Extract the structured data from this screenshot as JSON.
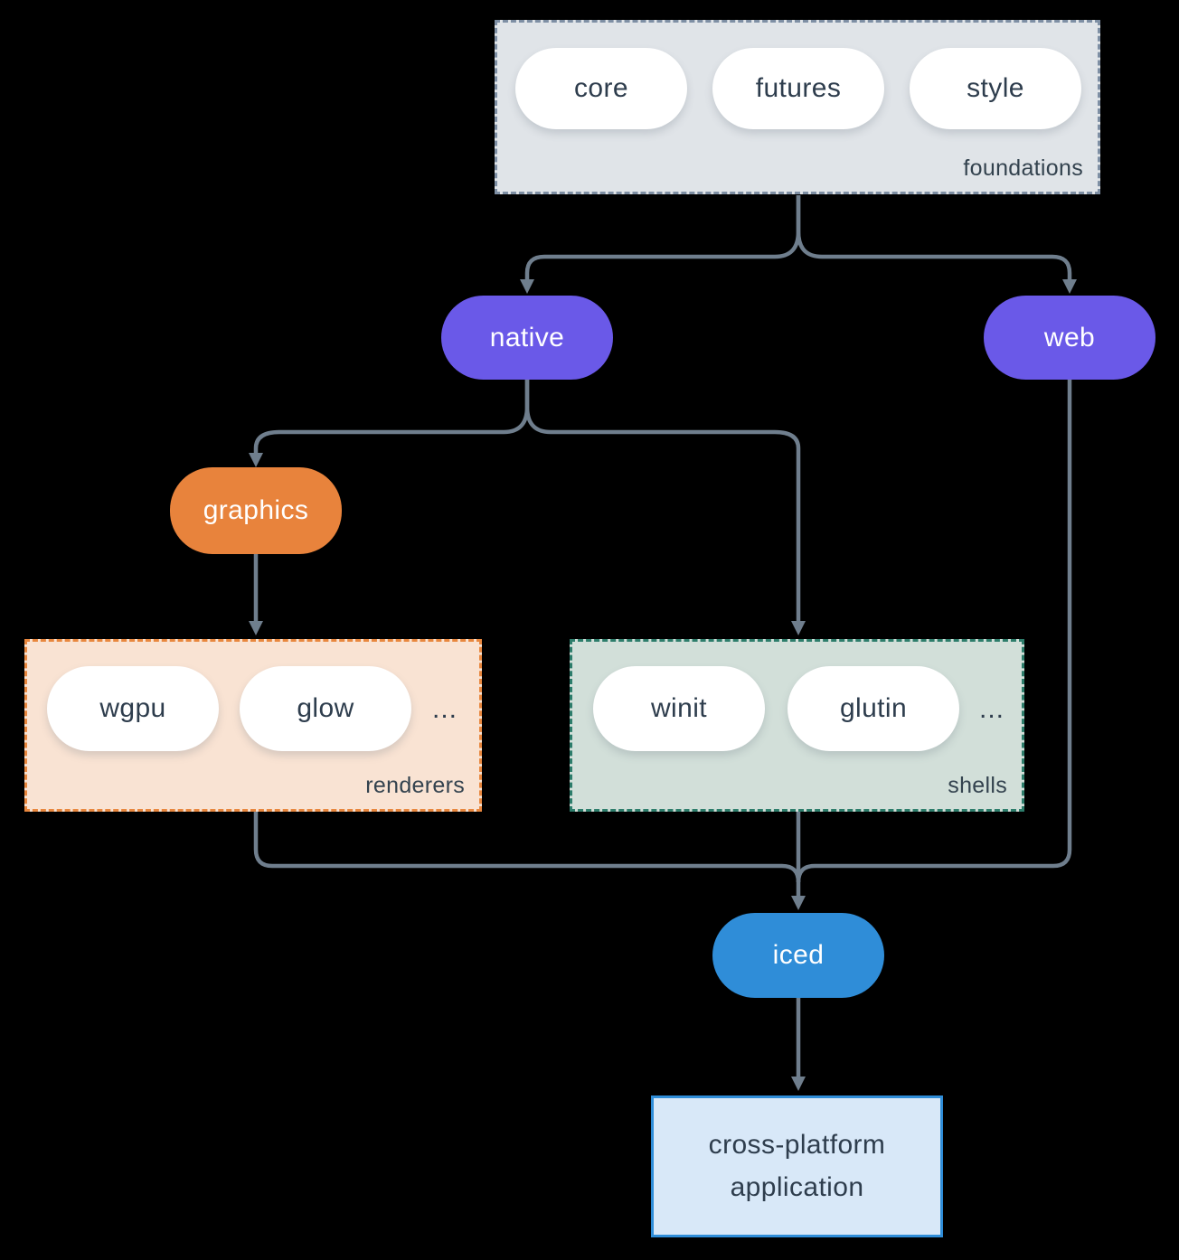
{
  "diagram": {
    "foundations": {
      "label": "foundations",
      "pills": [
        "core",
        "futures",
        "style"
      ]
    },
    "native": {
      "label": "native"
    },
    "web": {
      "label": "web"
    },
    "graphics": {
      "label": "graphics"
    },
    "renderers": {
      "label": "renderers",
      "pills": [
        "wgpu",
        "glow"
      ],
      "more": "..."
    },
    "shells": {
      "label": "shells",
      "pills": [
        "winit",
        "glutin"
      ],
      "more": "..."
    },
    "iced": {
      "label": "iced"
    },
    "application": {
      "line1": "cross-platform",
      "line2": "application"
    }
  },
  "colors": {
    "background": "#000000",
    "edge": "#6f7e8d",
    "purple_node": "#6a59e8",
    "orange_node": "#e8833c",
    "blue_node": "#2f8dd8",
    "foundations_fill": "#e0e4e8",
    "foundations_stroke": "#7e8fa4",
    "renderers_fill": "#f9e3d3",
    "renderers_stroke": "#e8873e",
    "shells_fill": "#d2dfd9",
    "shells_stroke": "#2d7d6b",
    "application_fill": "#d8e8f8",
    "application_stroke": "#2f8dd8",
    "text_dark": "#2e3d4d",
    "text_light": "#ffffff"
  }
}
